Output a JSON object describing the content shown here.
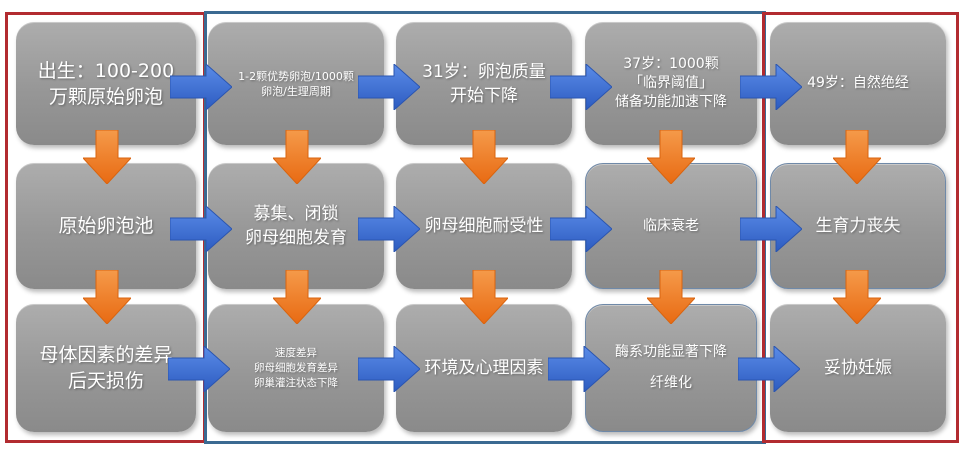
{
  "colors": {
    "frame_red": "#b22b30",
    "frame_blue": "#3b6a92",
    "box_fill": "#9a9a9a",
    "arrow_blue": "#3f6fd3",
    "arrow_orange": "#f07a22"
  },
  "columns": [
    {
      "rows": [
        {
          "lines": [
            "出生：100-200",
            "万颗原始卵泡"
          ]
        },
        {
          "lines": [
            "原始卵泡池"
          ]
        },
        {
          "lines": [
            "母体因素的差异",
            "后天损伤"
          ]
        }
      ]
    },
    {
      "rows": [
        {
          "lines": [
            "1-2颗优势卵泡/1000颗",
            "卵泡/生理周期"
          ]
        },
        {
          "lines": [
            "募集、闭锁",
            "卵母细胞发育"
          ]
        },
        {
          "lines": [
            "速度差异",
            "卵母细胞发育差异",
            "卵巢灌注状态下降"
          ]
        }
      ]
    },
    {
      "rows": [
        {
          "lines": [
            "31岁：卵泡质量",
            "开始下降"
          ]
        },
        {
          "lines": [
            "卵母细胞耐受性"
          ]
        },
        {
          "lines": [
            "环境及心理因素"
          ]
        }
      ]
    },
    {
      "rows": [
        {
          "lines": [
            "37岁：1000颗",
            "「临界阈值」",
            "储备功能加速下降"
          ]
        },
        {
          "lines": [
            "临床衰老"
          ]
        },
        {
          "lines": [
            "酶系功能显著下降",
            "纤维化"
          ]
        }
      ]
    },
    {
      "rows": [
        {
          "lines": [
            "49岁：自然绝经"
          ]
        },
        {
          "lines": [
            "生育力丧失"
          ]
        },
        {
          "lines": [
            "妥协妊娠"
          ]
        }
      ]
    }
  ]
}
